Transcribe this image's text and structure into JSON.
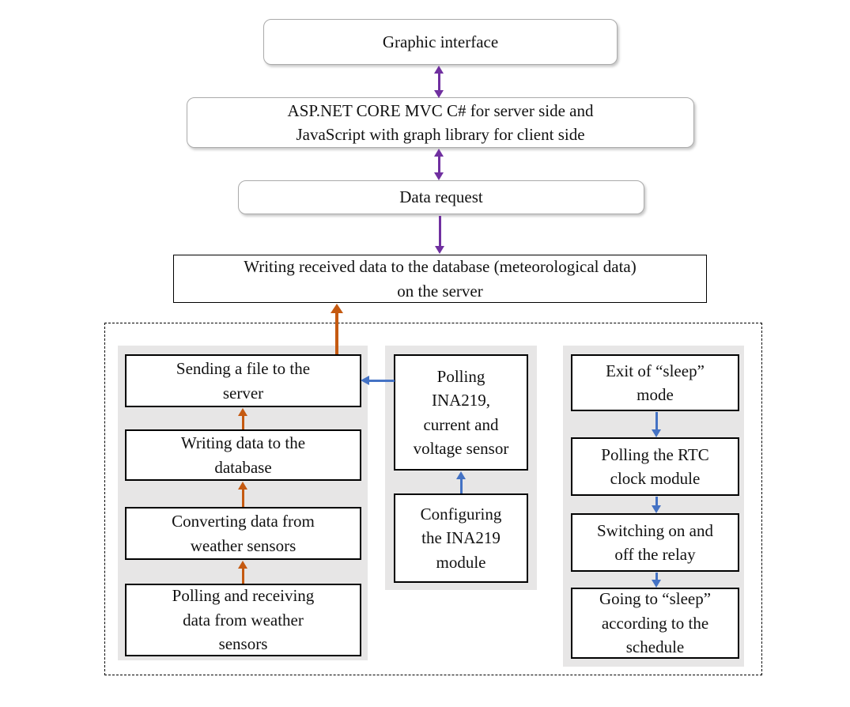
{
  "diagram": {
    "nodes": {
      "graphic_interface": {
        "lines": [
          "Graphic interface"
        ]
      },
      "server_stack": {
        "lines": [
          "ASP.NET CORE MVC C# for server side and",
          "JavaScript with graph library for client side"
        ]
      },
      "data_request": {
        "lines": [
          "Data request"
        ]
      },
      "writing_received": {
        "lines": [
          "Writing received data to the database (meteorological data)",
          "on the server"
        ]
      }
    },
    "device_group": {
      "left": [
        {
          "lines": [
            "Sending a file to the",
            "server"
          ]
        },
        {
          "lines": [
            "Writing data to the",
            "database"
          ]
        },
        {
          "lines": [
            "Converting data from",
            "weather sensors"
          ]
        },
        {
          "lines": [
            "Polling and receiving",
            "data from weather",
            "sensors"
          ]
        }
      ],
      "middle": [
        {
          "lines": [
            "Polling",
            "INA219,",
            "current and",
            "voltage sensor"
          ]
        },
        {
          "lines": [
            "Configuring",
            "the INA219",
            "module"
          ]
        }
      ],
      "right": [
        {
          "lines": [
            "Exit of “sleep”",
            "mode"
          ]
        },
        {
          "lines": [
            "Polling the RTC",
            "clock module"
          ]
        },
        {
          "lines": [
            "Switching on and",
            "off the relay"
          ]
        },
        {
          "lines": [
            "Going to “sleep”",
            "according to the",
            "schedule"
          ]
        }
      ]
    },
    "colors": {
      "purple_arrow": "#7030A0",
      "orange_arrow": "#C55A11",
      "blue_arrow": "#4472C4",
      "panel_gray": "#E7E6E6"
    }
  }
}
